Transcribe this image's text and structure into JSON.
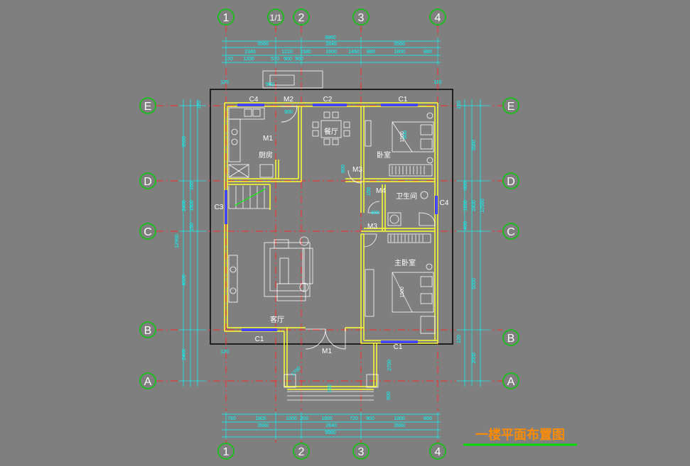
{
  "drawing": {
    "title": "一楼平面布置图",
    "colors": {
      "background": "#7f7f7f",
      "grid_line": "#ff2a2a",
      "wall": "#ffff33",
      "dimension": "#00ffff",
      "window": "#3333ff",
      "furniture": "#ffffff",
      "bubble_stroke": "#00cc00",
      "label": "#ffffff",
      "title": "#ff8c00",
      "title_underline": "#00dd00",
      "building_outline": "#000000"
    }
  },
  "axes": {
    "top": [
      "1",
      "1/1",
      "2",
      "3",
      "4"
    ],
    "bottom": [
      "1",
      "2",
      "3",
      "4"
    ],
    "left": [
      "E",
      "D",
      "C",
      "B",
      "A"
    ],
    "right": [
      "E",
      "D",
      "C",
      "B",
      "A"
    ]
  },
  "rooms": {
    "kitchen": "厨房",
    "dining": "餐厅",
    "bedroom": "卧室",
    "bathroom": "卫生间",
    "master_bedroom": "主卧室",
    "living": "客厅"
  },
  "doors": {
    "kitchen_door": "M1",
    "back_door": "M2",
    "bedroom_door": "M3",
    "bathroom_door": "M4",
    "master_door": "M3",
    "entry_door": "M1"
  },
  "windows": {
    "kitchen_window": "C4",
    "dining_window": "C2",
    "bedroom_window": "C1",
    "stair_window": "C3",
    "bath_window": "C4",
    "living_window": "C1",
    "master_window": "C1"
  },
  "dims": {
    "top_total": "9960",
    "top_row1": [
      "3560",
      "2640",
      "3560"
    ],
    "top_row2": [
      "2340",
      "1220",
      "1580",
      "1600",
      "1460",
      "880",
      "1800",
      "880"
    ],
    "top_row3": [
      "120",
      "1200",
      "570",
      "900",
      "900",
      "110"
    ],
    "bottom_row1": [
      "780",
      "1800",
      "1000",
      "200",
      "1800",
      "720",
      "900",
      "1800",
      "860"
    ],
    "bottom_row2": [
      "3560",
      "2640",
      "3560"
    ],
    "bottom_total": "9960",
    "left_vertical": [
      "3560",
      "12960",
      "4600",
      "2400",
      "2400"
    ],
    "left_small": [
      "1500",
      "150",
      "150",
      "120"
    ],
    "right_vertical": [
      "3560",
      "2400",
      "1200",
      "12960",
      "5000",
      "2000"
    ],
    "right_small": [
      "120",
      "600",
      "400",
      "120"
    ],
    "misc": [
      "900",
      "900",
      "800",
      "150",
      "800",
      "600",
      "2700",
      "1700",
      "900",
      "150",
      "1500",
      "1500",
      "120",
      "120"
    ]
  }
}
